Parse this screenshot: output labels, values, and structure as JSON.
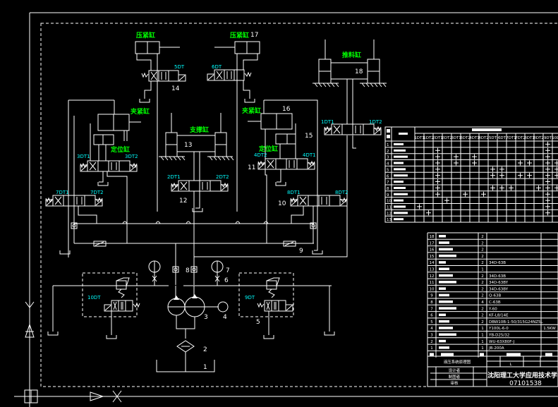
{
  "colors": {
    "background": "#000000",
    "lines": "#ffffff",
    "solenoid_labels": "#00ffff",
    "cylinder_names": "#00ff00"
  },
  "cylinders": {
    "press_left": {
      "name": "压紧缸",
      "number": "14"
    },
    "press_right": {
      "name": "压紧缸",
      "number": "17"
    },
    "push": {
      "name": "推料缸",
      "number": "18"
    },
    "clamp_left": {
      "name": "夹紧缸"
    },
    "locate_left": {
      "name": "定位缸"
    },
    "support": {
      "name": "支撑缸",
      "number": "13"
    },
    "clamp_right": {
      "name": "夹紧缸",
      "number": "16"
    },
    "locate_right": {
      "name": "定位缸",
      "number": "15"
    }
  },
  "valves": {
    "v14": {
      "sol": "5DT"
    },
    "v17": {
      "sol": "6DT"
    },
    "v18": {
      "sol_a": "1DT1",
      "sol_b": "1DT2"
    },
    "v_left_upper": {
      "sol_a": "3DT1",
      "sol_b": "3DT2"
    },
    "v_left_lower": {
      "sol_a": "7DT1",
      "sol_b": "7DT2"
    },
    "v12": {
      "sol_a": "2DT1",
      "sol_b": "2DT2",
      "number": "12"
    },
    "v11": {
      "sol_a": "4DT2",
      "sol_b": "4DT1",
      "number": "11"
    },
    "v10": {
      "sol_a": "8DT1",
      "sol_b": "8DT2",
      "number": "10"
    },
    "relief_left": {
      "sol": "10DT"
    },
    "relief_right": {
      "sol": "9DT",
      "number": "5"
    }
  },
  "components": {
    "tank": "1",
    "filter": "2",
    "pump": "3",
    "motor": "4",
    "throttle": "9",
    "check": "8",
    "gauge": "7",
    "gauge_valve": "6"
  },
  "solenoid_table": {
    "columns": [
      "1DT1",
      "1DT2",
      "2DT1",
      "2DT2",
      "3DT1",
      "3DT2",
      "4DT1",
      "4DT2",
      "5DT",
      "6DT",
      "7DT1",
      "7DT2",
      "8DT1",
      "8DT2",
      "9DT",
      "10DT"
    ],
    "rows": [
      {
        "no": "1",
        "on": [
          14
        ]
      },
      {
        "no": "2",
        "on": [
          2,
          14
        ]
      },
      {
        "no": "3",
        "on": [
          2,
          4,
          6,
          14
        ]
      },
      {
        "no": "4",
        "on": [
          2,
          4,
          6,
          11,
          12,
          14,
          15
        ]
      },
      {
        "no": "5",
        "on": [
          2,
          8,
          9,
          14,
          15
        ]
      },
      {
        "no": "6",
        "on": [
          2,
          8,
          9,
          11,
          12,
          14,
          15
        ]
      },
      {
        "no": "7",
        "on": [
          2,
          14
        ]
      },
      {
        "no": "8",
        "on": [
          2,
          8,
          9,
          10,
          13,
          14,
          15
        ]
      },
      {
        "no": "9",
        "on": [
          2,
          5,
          7,
          14
        ]
      },
      {
        "no": "10",
        "on": [
          3,
          14
        ]
      },
      {
        "no": "11",
        "on": [
          0,
          14
        ]
      },
      {
        "no": "12",
        "on": [
          1,
          14
        ]
      },
      {
        "no": "13",
        "on": []
      }
    ]
  },
  "parts_list": [
    {
      "no": "18",
      "qty": "2",
      "spec": "",
      "note": ""
    },
    {
      "no": "17",
      "qty": "2",
      "spec": "",
      "note": ""
    },
    {
      "no": "16",
      "qty": "2",
      "spec": "",
      "note": ""
    },
    {
      "no": "15",
      "qty": "2",
      "spec": "",
      "note": ""
    },
    {
      "no": "14",
      "qty": "2",
      "spec": "34D-63B",
      "note": ""
    },
    {
      "no": "13",
      "qty": "1",
      "spec": "",
      "note": ""
    },
    {
      "no": "12",
      "qty": "2",
      "spec": "34D-63B",
      "note": ""
    },
    {
      "no": "11",
      "qty": "2",
      "spec": "34D-63BY",
      "note": ""
    },
    {
      "no": "10",
      "qty": "2",
      "spec": "34D-63BY",
      "note": ""
    },
    {
      "no": "9",
      "qty": "2",
      "spec": "Q-63B",
      "note": ""
    },
    {
      "no": "8",
      "qty": "4",
      "spec": "C-63B",
      "note": ""
    },
    {
      "no": "7",
      "qty": "2",
      "spec": "Y-60",
      "note": ""
    },
    {
      "no": "6",
      "qty": "2",
      "spec": "KF-L8/14E",
      "note": ""
    },
    {
      "no": "5",
      "qty": "2",
      "spec": "DBW10B-1-50/315G24NZ5L",
      "note": ""
    },
    {
      "no": "4",
      "qty": "1",
      "spec": "Y100L-6-0",
      "note": "1.5KW"
    },
    {
      "no": "3",
      "qty": "1",
      "spec": "YB-D25/32",
      "note": ""
    },
    {
      "no": "2",
      "qty": "1",
      "spec": "WU-63X80F-J",
      "note": ""
    },
    {
      "no": "1",
      "qty": "1",
      "spec": "JB-200A",
      "note": ""
    }
  ],
  "title_block": {
    "drawing_title": "液压系统原理图",
    "designer": "设计者",
    "drafter": "制图者",
    "reviewer": "审核",
    "scale_mark": "L",
    "school": "沈阳理工大学应用技术学院",
    "drawing_no": "07101538"
  }
}
